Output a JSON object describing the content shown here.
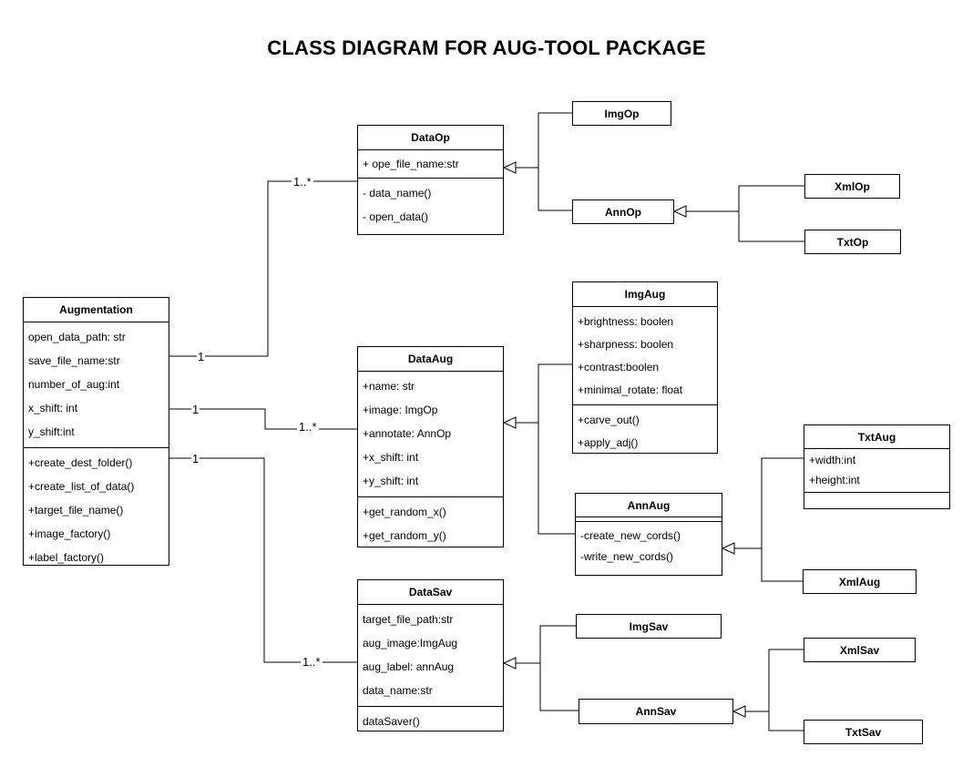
{
  "title": "CLASS DIAGRAM FOR AUG-TOOL PACKAGE",
  "classes": {
    "augmentation": {
      "name": "Augmentation",
      "attributes": [
        "open_data_path: str",
        "save_file_name:str",
        "number_of_aug:int",
        "x_shift: int",
        "y_shift:int"
      ],
      "methods": [
        "+create_dest_folder()",
        "+create_list_of_data()",
        "+target_file_name()",
        "+image_factory()",
        "+label_factory()"
      ]
    },
    "dataop": {
      "name": "DataOp",
      "attributes": [
        "+ ope_file_name:str"
      ],
      "methods": [
        "- data_name()",
        "- open_data()"
      ]
    },
    "imgop": {
      "name": "ImgOp"
    },
    "annop": {
      "name": "AnnOp"
    },
    "xmlop": {
      "name": "XmlOp"
    },
    "txtop": {
      "name": "TxtOp"
    },
    "dataaug": {
      "name": "DataAug",
      "attributes": [
        "+name: str",
        "+image: ImgOp",
        "+annotate: AnnOp",
        "+x_shift: int",
        "+y_shift: int"
      ],
      "methods": [
        "+get_random_x()",
        "+get_random_y()"
      ]
    },
    "imgaug": {
      "name": "ImgAug",
      "attributes": [
        "+brightness: boolen",
        "+sharpness: boolen",
        "+contrast:boolen",
        "+minimal_rotate: float"
      ],
      "methods": [
        "+carve_out()",
        "+apply_adj()"
      ]
    },
    "annaug": {
      "name": "AnnAug",
      "attributes": [],
      "methods": [
        "-create_new_cords()",
        "-write_new_cords()"
      ]
    },
    "txtaug": {
      "name": "TxtAug",
      "attributes": [
        "+width:int",
        "+height:int"
      ],
      "methods": []
    },
    "xmlaug": {
      "name": "XmlAug"
    },
    "datasav": {
      "name": "DataSav",
      "attributes": [
        "target_file_path:str",
        "aug_image:ImgAug",
        "aug_label: annAug",
        "data_name:str"
      ],
      "methods": [
        "dataSaver()"
      ]
    },
    "imgsav": {
      "name": "ImgSav"
    },
    "annsav": {
      "name": "AnnSav"
    },
    "xmlsav": {
      "name": "XmlSav"
    },
    "txtsav": {
      "name": "TxtSav"
    }
  },
  "multiplicities": {
    "aug_dataop_one": "1",
    "aug_dataop_many": "1..*",
    "aug_dataaug_one": "1",
    "aug_dataaug_many": "1..*",
    "aug_datasav_one": "1",
    "aug_datasav_many": "1..*"
  }
}
